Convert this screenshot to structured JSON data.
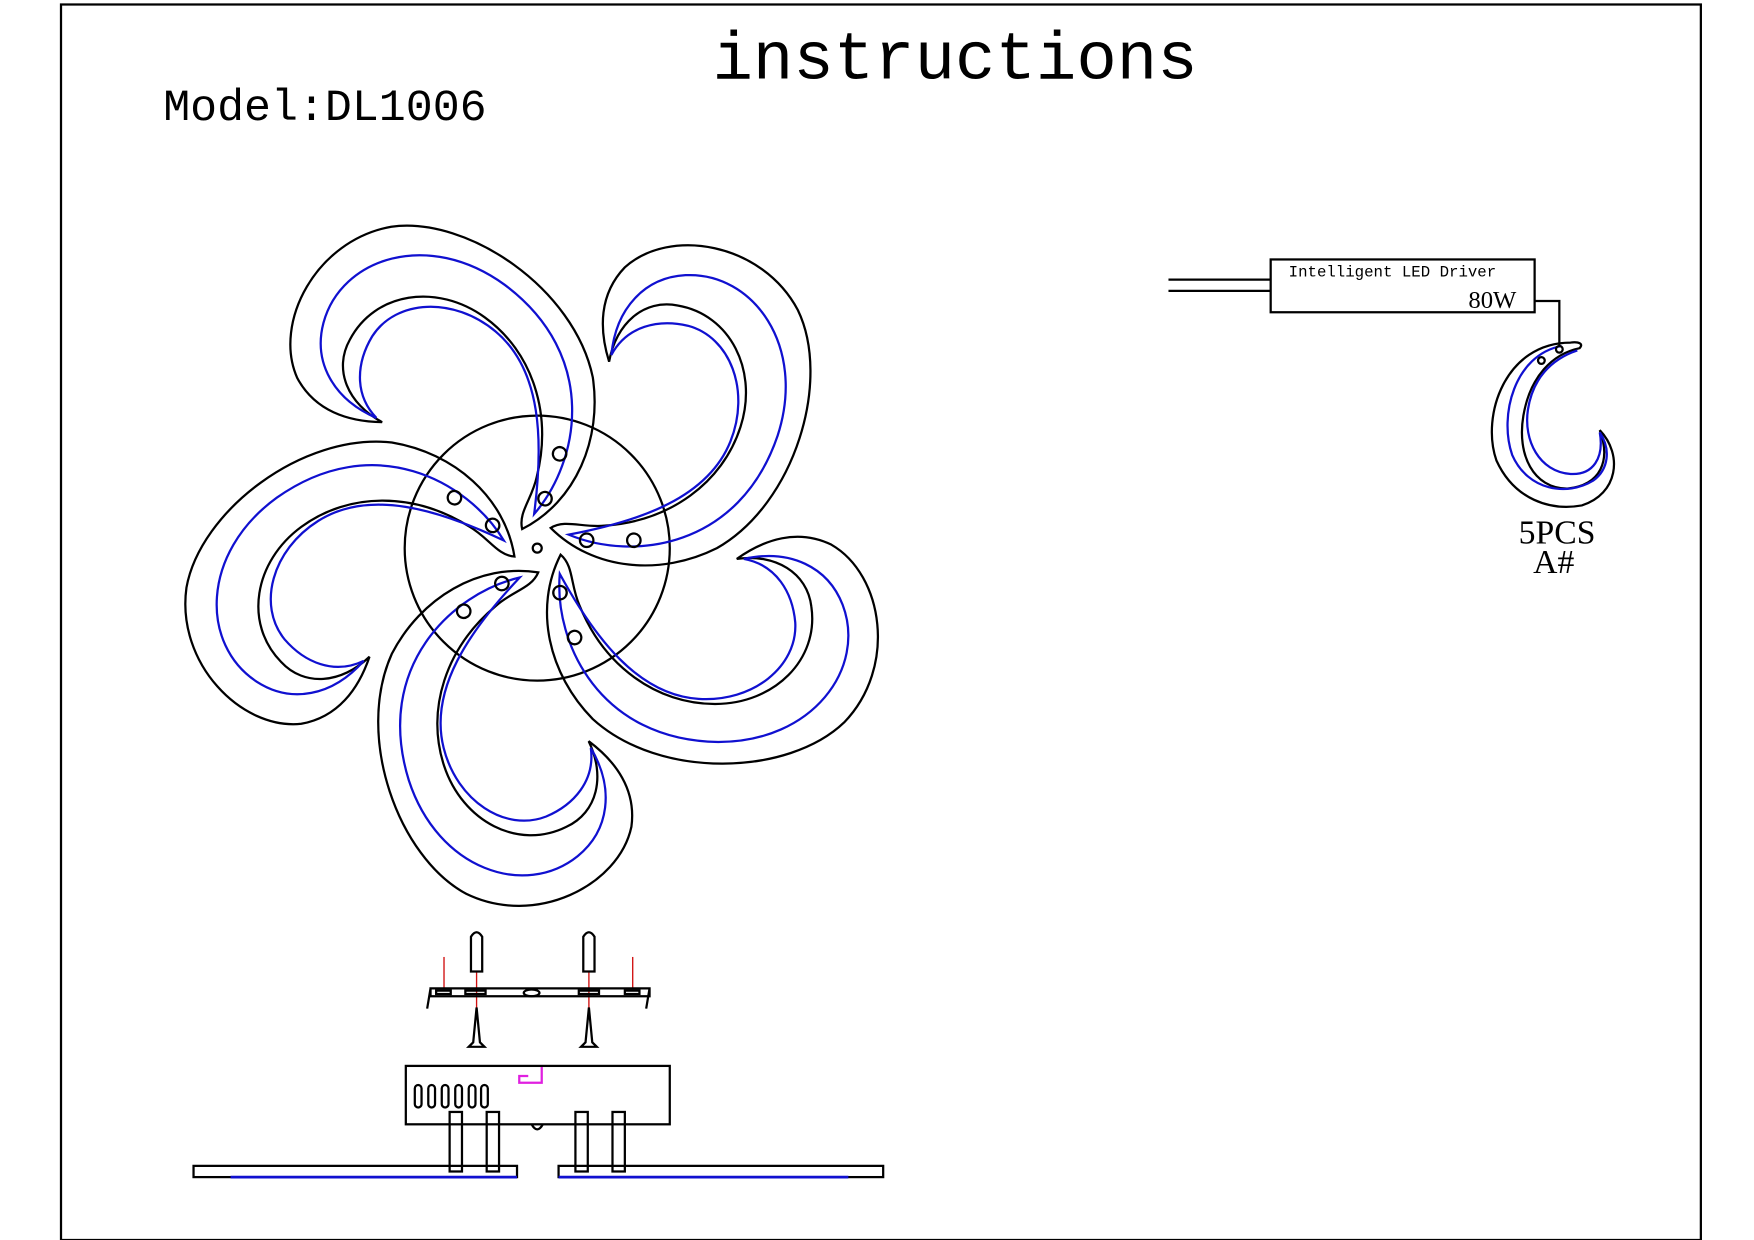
{
  "title": "instructions",
  "model": "Model:DL1006",
  "driver": {
    "label": "Intelligent LED Driver",
    "wattage": "80W"
  },
  "part": {
    "quantity": "5PCS",
    "code": "A#"
  },
  "colors": {
    "outline": "#000000",
    "led_strip": "#1010d0",
    "guide_line": "#d01010",
    "wire_marker": "#e020e0"
  }
}
